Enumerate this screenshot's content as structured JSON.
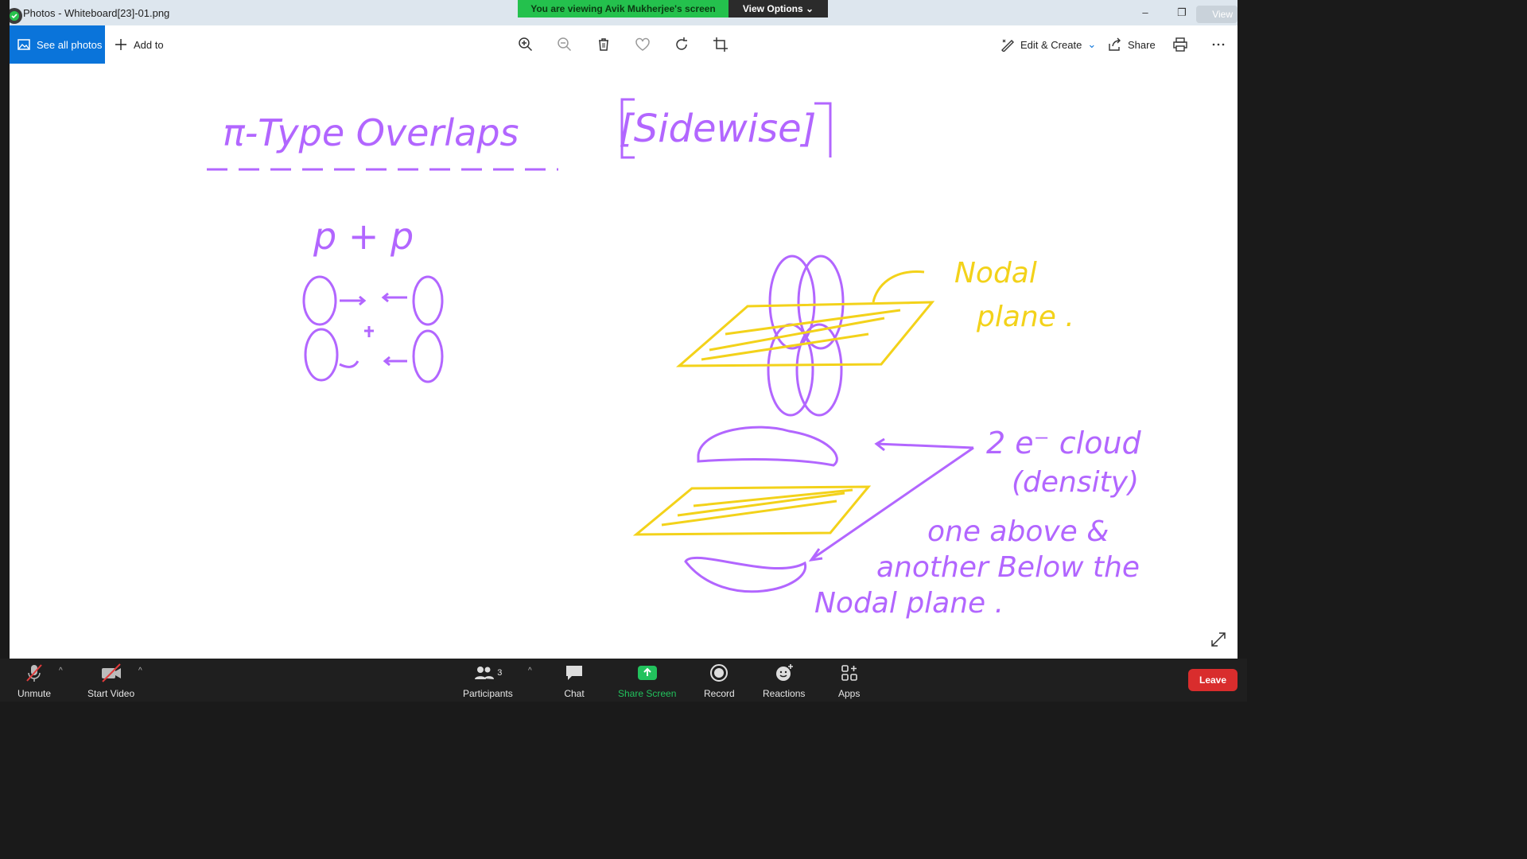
{
  "window": {
    "title": "Photos - Whiteboard[23]-01.png",
    "view_label": "View"
  },
  "sharing_banner": {
    "message": "You are viewing Avik Mukherjee's screen",
    "view_options": "View Options"
  },
  "toolbar": {
    "see_all_photos": "See all photos",
    "add_to": "Add to",
    "edit_create": "Edit & Create",
    "share": "Share"
  },
  "whiteboard": {
    "heading": "π-Type Overlaps",
    "subheading": "[Sidewise]",
    "pp_label": "p + p",
    "nodal_plane_label": [
      "Nodal",
      "plane ."
    ],
    "cloud_note": [
      "2 e⁻ cloud",
      "(density)",
      "one above &",
      "another Below the",
      "Nodal plane ."
    ],
    "ink_colors": {
      "purple": "#b266ff",
      "yellow": "#f3d21a"
    }
  },
  "zoom_bar": {
    "unmute": "Unmute",
    "start_video": "Start Video",
    "participants": "Participants",
    "participant_count": "3",
    "chat": "Chat",
    "share_screen": "Share Screen",
    "record": "Record",
    "reactions": "Reactions",
    "apps": "Apps",
    "leave": "Leave"
  },
  "icons": [
    "shield-check-icon",
    "photo-icon",
    "plus-icon",
    "zoom-in-icon",
    "zoom-out-icon",
    "trash-icon",
    "heart-icon",
    "rotate-icon",
    "crop-icon",
    "edit-create-icon",
    "share-icon",
    "print-icon",
    "more-icon",
    "expand-icon",
    "mic-muted-icon",
    "video-off-icon",
    "participants-icon",
    "chat-icon",
    "share-screen-icon",
    "record-icon",
    "reactions-icon",
    "apps-icon"
  ]
}
